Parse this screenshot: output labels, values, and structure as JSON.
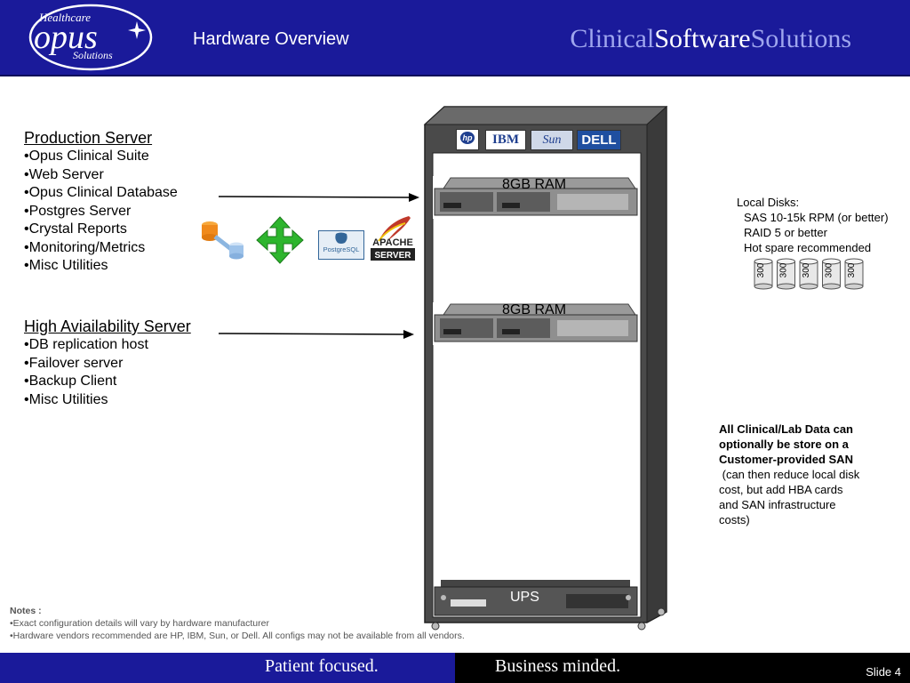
{
  "header": {
    "logo_top": "Healthcare",
    "logo_main": "opus",
    "logo_sub": "Solutions",
    "title": "Hardware Overview",
    "brand_a": "Clinical",
    "brand_b": "Software",
    "brand_c": "Solutions"
  },
  "production": {
    "heading": "Production Server",
    "items": [
      "•Opus Clinical Suite",
      "•Web Server",
      "•Opus Clinical Database",
      "•Postgres Server",
      "•Crystal Reports",
      "•Monitoring/Metrics",
      "•Misc Utilities"
    ]
  },
  "ha": {
    "heading": "High Aviailability Server",
    "items": [
      "•DB replication host",
      "•Failover server",
      "•Backup Client",
      "•Misc Utilities"
    ]
  },
  "rack": {
    "vendors": [
      "hp",
      "IBM",
      "Sun",
      "DELL"
    ],
    "server1_label": "8GB RAM",
    "server2_label": "8GB RAM",
    "ups_label": "UPS"
  },
  "logos": {
    "postgres": "PostgreSQL",
    "apache_a": "APACHE",
    "apache_b": "SERVER"
  },
  "disks": {
    "title": "Local Disks:",
    "lines": [
      "SAS 10-15k RPM (or better)",
      "RAID 5 or better",
      "Hot spare recommended"
    ],
    "disk_label": "300"
  },
  "san": {
    "bold": [
      "All Clinical/Lab Data can",
      "optionally be store on a",
      "Customer-provided SAN"
    ],
    "normal": [
      " (can then reduce local disk",
      "cost, but add HBA cards",
      "and SAN infrastructure",
      "costs)"
    ]
  },
  "notes": {
    "heading": "Notes :",
    "lines": [
      "•Exact configuration details will vary by hardware manufacturer",
      "•Hardware vendors recommended are HP, IBM, Sun, or Dell.  All configs may not be available from all vendors."
    ]
  },
  "footer": {
    "left": "Patient focused.",
    "right": "Business minded.",
    "slide": "Slide 4"
  },
  "colors": {
    "header_blue": "#1a1a9a",
    "brand_light": "#9fa6ee",
    "arrow_green": "#2db52d"
  }
}
